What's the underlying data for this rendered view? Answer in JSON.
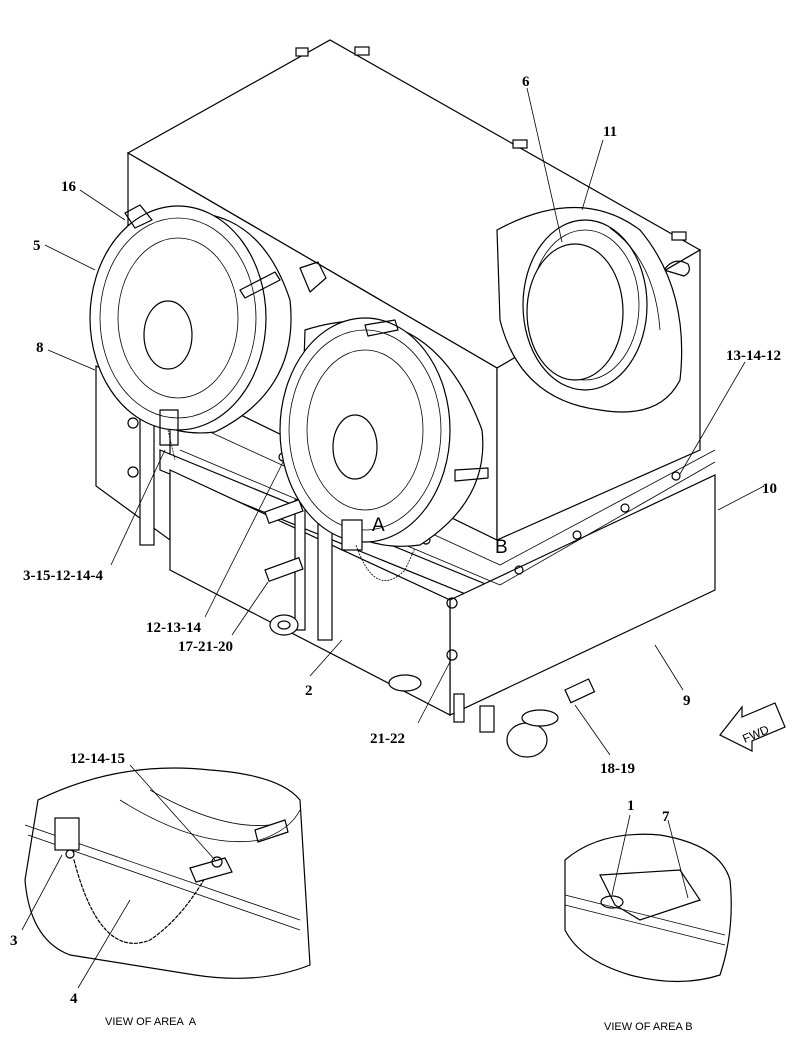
{
  "callouts": {
    "c6": "6",
    "c11": "11",
    "c16": "16",
    "c5": "5",
    "c8": "8",
    "c13_14_12": "13-14-12",
    "c10": "10",
    "c3_15_12_14_4": "3-15-12-14-4",
    "c12_13_14": "12-13-14",
    "c17_21_20": "17-21-20",
    "c2": "2",
    "c21_22": "21-22",
    "c9": "9",
    "c18_19": "18-19",
    "c12_14_15": "12-14-15",
    "c3": "3",
    "c4": "4",
    "c1": "1",
    "c7": "7"
  },
  "area_labels": {
    "a": "A",
    "b": "B"
  },
  "captions": {
    "view_a": "VIEW OF AREA  A",
    "view_b": "VIEW OF AREA B"
  },
  "fwd_label": "FWD"
}
